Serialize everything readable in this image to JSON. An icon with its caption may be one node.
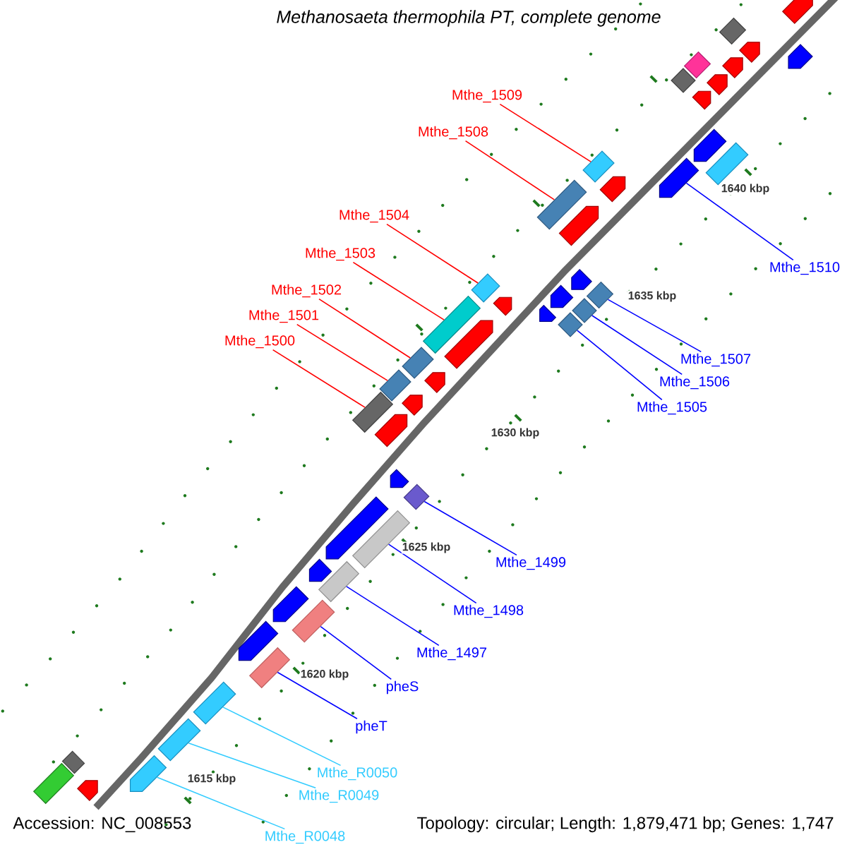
{
  "diagram": {
    "title": "Methanosaeta thermophila PT, complete genome",
    "nodes": [
      {
        "text": [
          "Mthe_1509"
        ]
      },
      {
        "text": [
          "Mthe_1508"
        ]
      },
      {
        "text": [
          "Mthe_1504"
        ]
      },
      {
        "text": [
          "Mthe_1510"
        ]
      },
      {
        "text": [
          "Mthe_1503"
        ]
      },
      {
        "text": [
          "Mthe_1502"
        ]
      },
      {
        "text": [
          "Mthe_1501"
        ]
      },
      {
        "text": [
          "Mthe_1500"
        ]
      },
      {
        "text": [
          "Mthe_1507"
        ]
      },
      {
        "text": [
          "Mthe_1506"
        ]
      },
      {
        "text": [
          "Mthe_1505"
        ]
      },
      {
        "text": [
          "Mthe_1499"
        ]
      },
      {
        "text": [
          "Mthe_1498"
        ]
      },
      {
        "text": [
          "Mthe_1497"
        ]
      },
      {
        "text": [
          "pheS"
        ]
      },
      {
        "text": [
          "pheT"
        ]
      },
      {
        "text": [
          "Mthe_R0050"
        ]
      },
      {
        "text": [
          "Mthe_R0049"
        ]
      },
      {
        "text": [
          "Mthe_R0048"
        ]
      },
      {
        "text": [],
        "shape": "bar"
      },
      {
        "text": [],
        "shape": "diamond"
      },
      {
        "text": [],
        "shape": "bar"
      },
      {
        "text": [],
        "shape": "bar"
      },
      {
        "text": [],
        "shape": "diamond"
      },
      {
        "text": [],
        "shape": "bar"
      },
      {
        "text": [],
        "shape": "diamond"
      },
      {
        "text": [],
        "shape": "bar"
      },
      {
        "text": [],
        "shape": "bar"
      },
      {
        "text": [],
        "shape": "bar"
      },
      {
        "text": [],
        "shape": "box"
      },
      {
        "text": [],
        "shape": "box"
      },
      {
        "text": [],
        "shape": "bar"
      },
      {
        "text": [],
        "shape": "bar"
      },
      {
        "text": [],
        "shape": "box"
      },
      {
        "text": [],
        "shape": "bar"
      },
      {
        "text": [],
        "shape": "bar"
      },
      {
        "text": [],
        "shape": "diamond"
      },
      {
        "text": [],
        "shape": "bar"
      },
      {
        "text": [],
        "shape": "diamond"
      },
      {
        "text": [],
        "shape": "bar"
      },
      {
        "text": [],
        "shape": "diamond"
      },
      {
        "text": [],
        "shape": "bar"
      },
      {
        "text": [],
        "shape": "diamond"
      },
      {
        "text": [],
        "shape": "box"
      },
      {
        "text": [],
        "shape": "bar"
      },
      {
        "text": [],
        "shape": "box"
      },
      {
        "text": [],
        "shape": "bar"
      },
      {
        "text": [],
        "shape": "box"
      },
      {
        "text": [],
        "shape": "bar"
      },
      {
        "text": [],
        "shape": "box"
      },
      {
        "text": [],
        "shape": "bar"
      },
      {
        "text": [],
        "shape": "bar"
      },
      {
        "text": [],
        "shape": "diamond"
      },
      {
        "text": [],
        "shape": "bar"
      },
      {
        "text": [],
        "shape": "box"
      },
      {
        "text": [],
        "shape": "bar"
      },
      {
        "text": [],
        "shape": "box"
      },
      {
        "text": [],
        "shape": "bar"
      },
      {
        "text": [],
        "shape": "box"
      },
      {
        "text": [],
        "shape": "bar"
      },
      {
        "text": [],
        "shape": "box"
      },
      {
        "text": [],
        "shape": "box"
      },
      {
        "text": [],
        "shape": "box"
      },
      {
        "text": [],
        "shape": "diamond"
      },
      {
        "text": [],
        "shape": "bar"
      },
      {
        "text": [],
        "shape": "box"
      },
      {
        "text": [],
        "shape": "bar"
      }
    ],
    "edges": [
      {
        "from": 0,
        "to": 30,
        "arrow": "none",
        "color": "#ff0000"
      },
      {
        "from": 1,
        "to": 33,
        "arrow": "none",
        "color": "#ff0000"
      },
      {
        "from": 2,
        "to": 36,
        "arrow": "none",
        "color": "#ff0000"
      },
      {
        "from": 3,
        "to": 31,
        "arrow": "none"
      },
      {
        "from": 4,
        "to": 43,
        "arrow": "none",
        "color": "#ff0000"
      },
      {
        "from": 5,
        "to": 45,
        "arrow": "none",
        "color": "#ff0000"
      },
      {
        "from": 6,
        "to": 47,
        "arrow": "none",
        "color": "#ff0000"
      },
      {
        "from": 7,
        "to": 49,
        "arrow": "none",
        "color": "#ff0000"
      },
      {
        "from": 8,
        "to": 38,
        "arrow": "none"
      },
      {
        "from": 9,
        "to": 40,
        "arrow": "none"
      },
      {
        "from": 10,
        "to": 42,
        "arrow": "none"
      },
      {
        "from": 11,
        "to": 52,
        "arrow": "none"
      },
      {
        "from": 12,
        "to": 54,
        "arrow": "none"
      },
      {
        "from": 13,
        "to": 56,
        "arrow": "none"
      },
      {
        "from": 14,
        "to": 58,
        "arrow": "none"
      },
      {
        "from": 15,
        "to": 60,
        "arrow": "none"
      },
      {
        "from": 16,
        "to": 61,
        "arrow": "none",
        "color": "#33ccff"
      },
      {
        "from": 17,
        "to": 62,
        "arrow": "none",
        "color": "#33ccff"
      },
      {
        "from": 18,
        "to": 64,
        "arrow": "none",
        "color": "#33ccff"
      }
    ],
    "labels": [
      "1640 kbp",
      "1635 kbp",
      "1630 kbp",
      "1625 kbp",
      "1620 kbp",
      "1615 kbp",
      "Accession: NC_008553",
      "Topology: circular; Length: 1,879,471 bp; Genes: 1,747"
    ]
  }
}
